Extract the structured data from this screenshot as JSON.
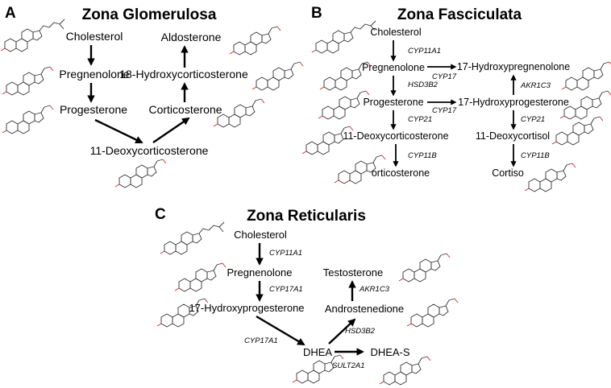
{
  "panels": {
    "A": {
      "letter": "A",
      "title": "Zona Glomerulosa",
      "nodes": {
        "cholesterol": "Cholesterol",
        "pregnenolone": "Pregnenolone",
        "progesterone": "Progesterone",
        "doc": "11-Deoxycorticosterone",
        "corticosterone": "Corticosterone",
        "hydroxycort": "18-Hydroxycorticosterone",
        "aldosterone": "Aldosterone"
      }
    },
    "B": {
      "letter": "B",
      "title": "Zona Fasciculata",
      "nodes": {
        "cholesterol": "Cholesterol",
        "pregnenolone": "Pregnenolone",
        "progesterone": "Progesterone",
        "doc": "11-Deoxycorticosterone",
        "corticosterone": "orticosterone",
        "oh_preg": "17-Hydroxypregnenolone",
        "oh_prog": "17-Hydroxyprogesterone",
        "deoxycortisol": "11-Deoxycortisol",
        "cortisol": "Cortiso"
      },
      "enzymes": {
        "cyp11a1": "CYP11A1",
        "hsd3b2": "HSD3B2",
        "cyp17_top": "CYP17",
        "cyp17_bottom": "CYP17",
        "akr1c3": "AKR1C3",
        "cyp21_left": "CYP21",
        "cyp21_right": "CYP21",
        "cyp11b_left": "CYP11B",
        "cyp11b_right": "CYP11B"
      }
    },
    "C": {
      "letter": "C",
      "title": "Zona Reticularis",
      "nodes": {
        "cholesterol": "Cholesterol",
        "pregnenolone": "Pregnenolone",
        "oh_prog": "17-Hydroxyprogesterone",
        "dhea": "DHEA",
        "dhea_s": "DHEA-S",
        "androstenedione": "Androstenedione",
        "testosterone": "Testosterone"
      },
      "enzymes": {
        "cyp11a1": "CYP11A1",
        "cyp17a1_top": "CYP17A1",
        "cyp17a1_left": "CYP17A1",
        "hsd3b2": "HSD3B2",
        "akr1c3": "AKR1C3",
        "sult2a1": "SULT2A1"
      }
    }
  }
}
